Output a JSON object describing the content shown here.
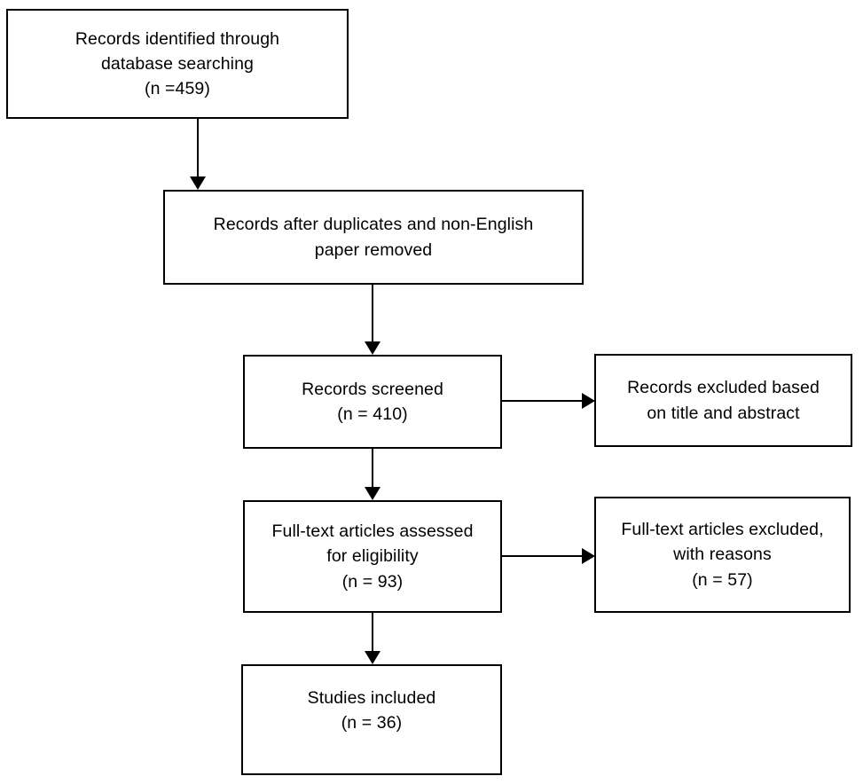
{
  "diagram": {
    "type": "prisma-flow-diagram",
    "background_color": "#ffffff",
    "line_color": "#000000",
    "text_color": "#000000",
    "boxes": [
      {
        "id": "identified",
        "name": "records-identified-box",
        "lines": [
          "Records identified through",
          "database searching",
          "(n =459)"
        ],
        "count": 459
      },
      {
        "id": "dedup",
        "name": "records-after-duplicates-box",
        "lines": [
          "Records after duplicates and non-English",
          "paper removed"
        ],
        "count": null
      },
      {
        "id": "screened",
        "name": "records-screened-box",
        "lines": [
          "Records screened",
          "(n = 410)"
        ],
        "count": 410
      },
      {
        "id": "excluded-title-abstract",
        "name": "records-excluded-box",
        "lines": [
          "Records excluded based",
          "on title and abstract"
        ],
        "count": null
      },
      {
        "id": "fulltext",
        "name": "full-text-assessed-box",
        "lines": [
          "Full-text articles assessed",
          "for eligibility",
          "(n = 93)"
        ],
        "count": 93
      },
      {
        "id": "excluded-reasons",
        "name": "full-text-excluded-box",
        "lines": [
          "Full-text articles excluded,",
          "with reasons",
          "(n = 57)"
        ],
        "count": 57
      },
      {
        "id": "included",
        "name": "studies-included-box",
        "lines": [
          "Studies included",
          "(n = 36)"
        ],
        "count": 36
      }
    ],
    "connectors": [
      {
        "id": "conn1",
        "from": "identified",
        "to": "dedup",
        "direction": "down"
      },
      {
        "id": "conn2",
        "from": "dedup",
        "to": "screened",
        "direction": "down"
      },
      {
        "id": "conn3",
        "from": "screened",
        "to": "excluded-title-abstract",
        "direction": "right"
      },
      {
        "id": "conn4",
        "from": "screened",
        "to": "fulltext",
        "direction": "down"
      },
      {
        "id": "conn5",
        "from": "fulltext",
        "to": "excluded-reasons",
        "direction": "right"
      },
      {
        "id": "conn6",
        "from": "fulltext",
        "to": "included",
        "direction": "down"
      }
    ]
  }
}
